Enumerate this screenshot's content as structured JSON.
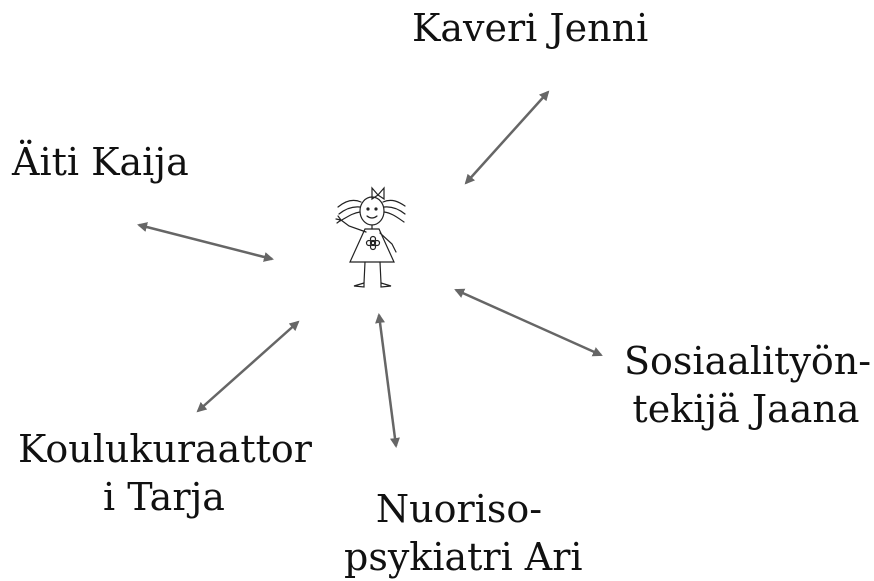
{
  "nodes": {
    "kaveri": {
      "lines": [
        "Kaveri Jenni"
      ]
    },
    "aiti": {
      "lines": [
        "Äiti Kaija"
      ]
    },
    "sosiaali": {
      "lines": [
        "Sosiaalityön-",
        "tekijä Jaana"
      ]
    },
    "koulu": {
      "lines": [
        "Koulukuraattor",
        "i Tarja"
      ]
    },
    "nuoriso": {
      "lines": [
        "Nuoriso-",
        "psykiatri Ari"
      ]
    }
  },
  "colors": {
    "arrow": "#666666",
    "text": "#111111"
  },
  "icons": {
    "center": "girl-figure-icon"
  }
}
